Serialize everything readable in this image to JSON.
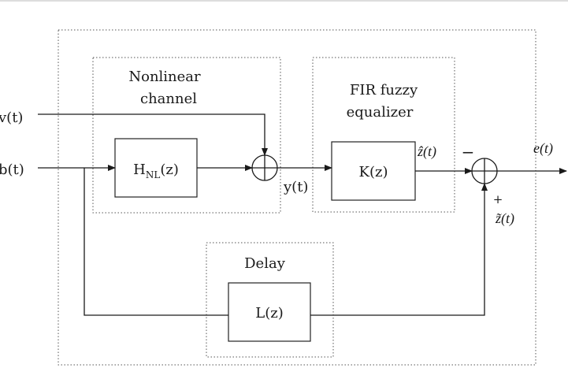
{
  "groups": {
    "nonlinear_channel": [
      "Nonlinear",
      "channel"
    ],
    "equalizer": [
      "FIR fuzzy",
      "equalizer"
    ],
    "delay": "Delay"
  },
  "blocks": {
    "channel": {
      "main": "H",
      "sub": "NL",
      "arg": "(z)"
    },
    "equalizer": "K(z)",
    "delay": "L(z)"
  },
  "signals": {
    "noise": "v(t)",
    "input": "b(t)",
    "channel_output": "y(t)",
    "estimate": "ẑ(t)",
    "desired": "z̃(t)",
    "error": "e(t)"
  },
  "summing_signs": {
    "minus": "−",
    "plus": "+"
  },
  "colors": {
    "line": "#1a1a1a",
    "dotted_border": "#555555",
    "background": "#ffffff"
  }
}
